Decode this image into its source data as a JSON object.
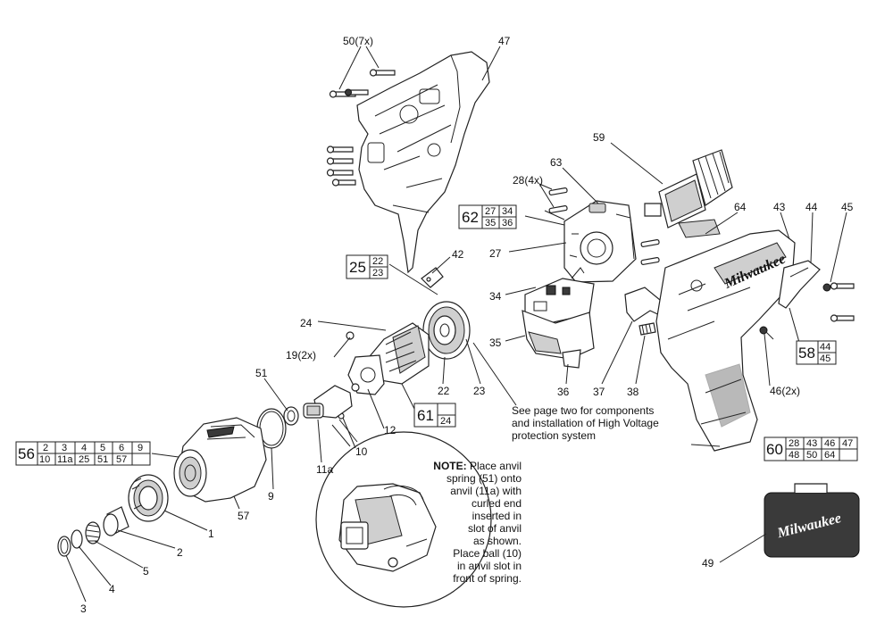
{
  "callouts": {
    "c50": "50(7x)",
    "c47": "47",
    "c59": "59",
    "c63": "63",
    "c28": "28(4x)",
    "c27": "27",
    "c42": "42",
    "c34": "34",
    "c35": "35",
    "c36": "36",
    "c37": "37",
    "c38": "38",
    "c64": "64",
    "c43": "43",
    "c44": "44",
    "c45": "45",
    "c46": "46(2x)",
    "c24": "24",
    "c19": "19(2x)",
    "c22": "22",
    "c23": "23",
    "c51": "51",
    "c12": "12",
    "c10": "10",
    "c11a": "11a",
    "c9": "9",
    "c57": "57",
    "c1": "1",
    "c2": "2",
    "c5": "5",
    "c4": "4",
    "c3": "3",
    "c49": "49"
  },
  "groups": {
    "g62": {
      "num": "62",
      "row1": [
        "27",
        "34"
      ],
      "row2": [
        "35",
        "36"
      ]
    },
    "g25": {
      "num": "25",
      "row1": [
        "22"
      ],
      "row2": [
        "23"
      ]
    },
    "g61": {
      "num": "61",
      "row1": [
        ""
      ],
      "row2": [
        "24"
      ]
    },
    "g58": {
      "num": "58",
      "row1": [
        "44"
      ],
      "row2": [
        "45"
      ]
    },
    "g56": {
      "num": "56",
      "row1": [
        "2",
        "3",
        "4",
        "5",
        "6",
        "9"
      ],
      "row2": [
        "10",
        "11a",
        "25",
        "51",
        "57",
        ""
      ]
    },
    "g60": {
      "num": "60",
      "row1": [
        "28",
        "43",
        "46",
        "47"
      ],
      "row2": [
        "48",
        "50",
        "64",
        ""
      ]
    }
  },
  "notes": {
    "page_two": [
      "See page two for components",
      "and installation of High Voltage",
      "protection system"
    ],
    "anvil_note_label": "NOTE:",
    "anvil_note_lines": [
      " Place anvil",
      "spring (51) onto",
      "anvil (11a) with",
      "curled end",
      "inserted in",
      "slot of anvil",
      "as shown.",
      "Place ball (10)",
      "in anvil slot in",
      "front of spring."
    ]
  },
  "brand": {
    "housing_logo": "Milwaukee",
    "case_logo": "Milwaukee"
  }
}
